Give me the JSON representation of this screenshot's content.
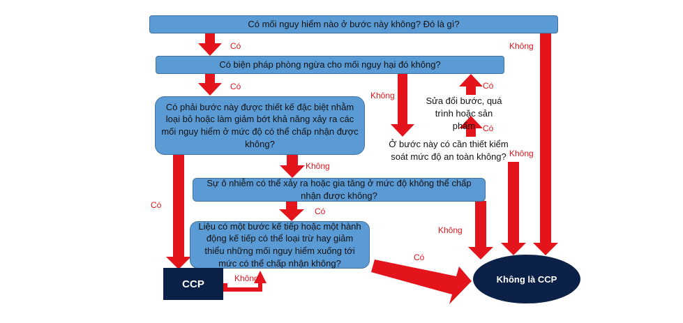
{
  "questions": {
    "q1": "Có mối nguy hiểm nào ở bước này không? Đó là gì?",
    "q2": "Có biện pháp phòng ngừa cho mối nguy hại đó không?",
    "q3": "Có phải bước này được thiết kế đặc biệt nhằm loại bỏ hoặc làm giảm bớt khả năng xảy ra các mối nguy hiểm ở mức độ có thể chấp nhận được không?",
    "q4": "Sự ô nhiễm có thể xảy ra hoặc gia tăng ở mức độ không thể chấp nhận được không?",
    "q5": "Liệu có một bước kế tiếp hoặc một hành động kế tiếp có thể loại trừ hay giảm thiểu những mối nguy hiểm xuống tới mức có thể chấp nhận không?",
    "modify": "Sửa đổi bước, quá trình hoặc sản phẩm",
    "control": "Ở bước này có cần thiết kiểm soát mức độ an toàn không?"
  },
  "outcomes": {
    "ccp": "CCP",
    "not_ccp": "Không là CCP"
  },
  "labels": {
    "yes_q1": "Có",
    "yes_q2": "Có",
    "no_q2": "Không",
    "yes_control": "Có",
    "yes_modify": "Có",
    "no_q1": "Không",
    "no_control": "Không",
    "no_q3": "Không",
    "yes_q3": "Có",
    "yes_q4": "Có",
    "no_q4": "Không",
    "yes_q5": "Có",
    "no_q5": "Không"
  },
  "colors": {
    "box_fill": "#5b9bd5",
    "box_border": "#41719c",
    "arrow": "#e3141b",
    "terminal": "#0c2147",
    "label": "#e2141b"
  }
}
